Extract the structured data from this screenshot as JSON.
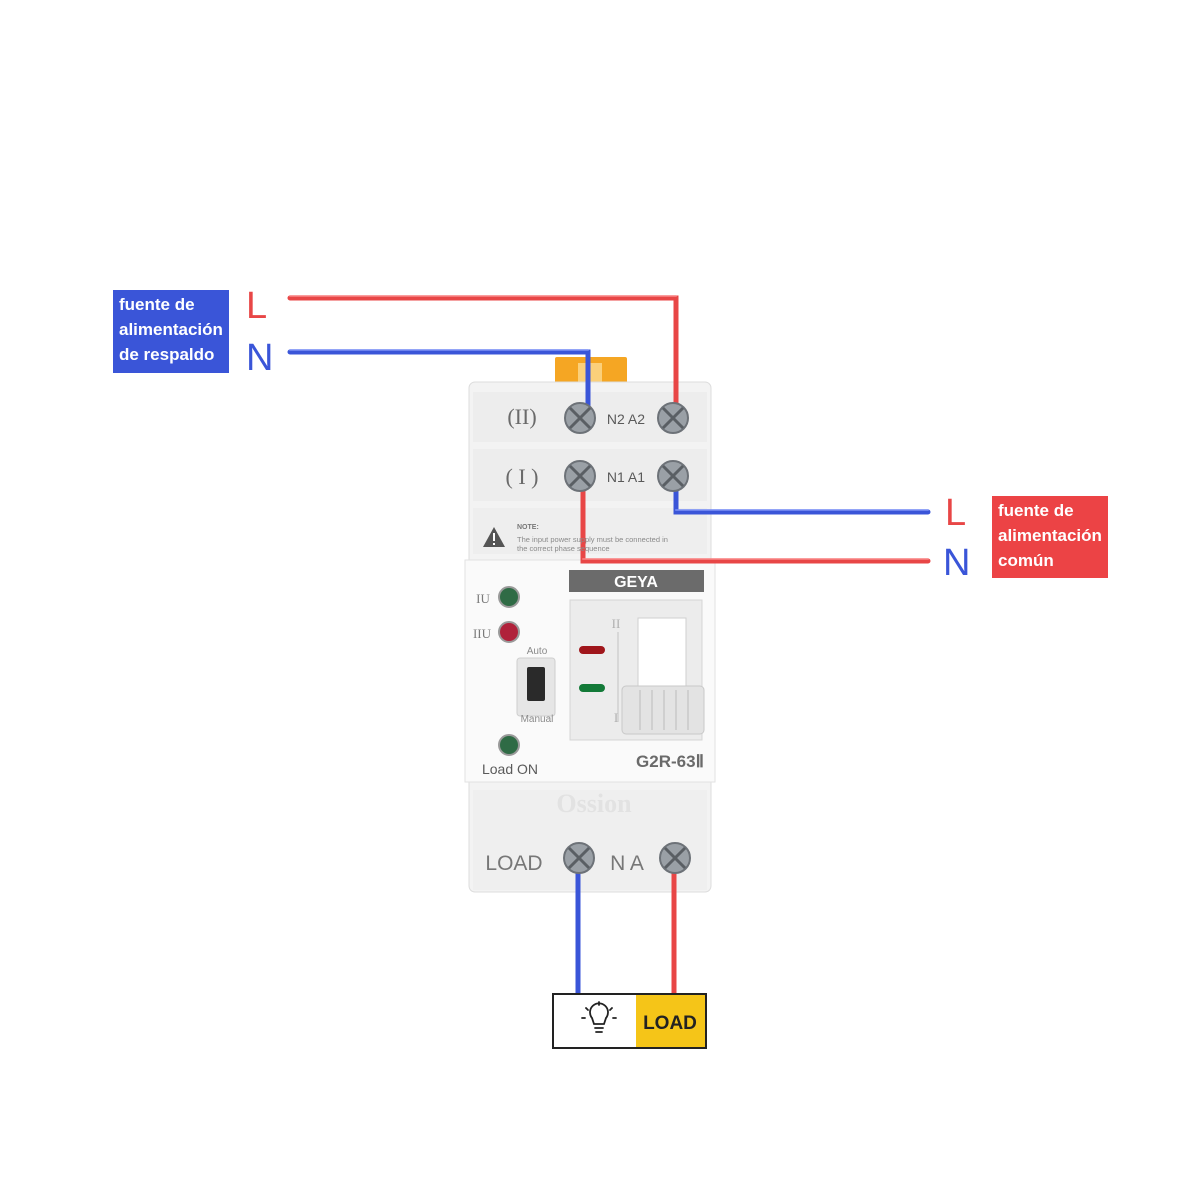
{
  "backup_supply": {
    "lines": [
      "fuente de",
      "alimentación",
      "de respaldo"
    ],
    "L": "L",
    "N": "N"
  },
  "common_supply": {
    "lines": [
      "fuente de",
      "alimentación",
      "común"
    ],
    "L": "L",
    "N": "N"
  },
  "device": {
    "brand": "GEYA",
    "model": "G2R-63Ⅱ",
    "source2_label": "(II)",
    "source1_label": "( I )",
    "terminals_top": "N2 A2",
    "terminals_mid": "N1 A1",
    "note_title": "NOTE:",
    "note_line1": "The input power supply must be connected in",
    "note_line2": "the correct phase sequence",
    "ind_iu": "IU",
    "ind_iiu": "IIU",
    "mode_auto": "Auto",
    "mode_manual": "Manual",
    "load_on": "Load ON",
    "load_label": "LOAD",
    "load_terminals": "N A",
    "switch_pos_top": "II",
    "switch_pos_bottom": "I"
  },
  "load_box": {
    "label": "LOAD"
  },
  "colors": {
    "live": "#e84646",
    "neutral": "#3a55d8",
    "load_yellow": "#f5c518"
  }
}
